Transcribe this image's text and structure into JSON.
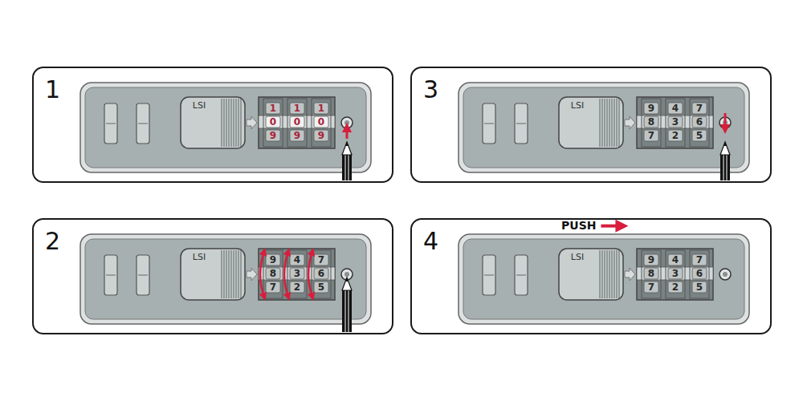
{
  "diagram": {
    "nodes": [
      {
        "text": [
          "1"
        ]
      },
      {
        "text": [
          "3"
        ]
      },
      {
        "text": [
          "2"
        ]
      },
      {
        "text": [
          "4",
          "PUSH"
        ]
      }
    ],
    "labels": [
      "LSI",
      "1",
      "1",
      "1",
      "0",
      "0",
      "0",
      "9",
      "9",
      "9",
      "LSI",
      "9",
      "4",
      "7",
      "8",
      "3",
      "6",
      "7",
      "2",
      "5",
      "LSI",
      "9",
      "4",
      "7",
      "8",
      "3",
      "6",
      "7",
      "2",
      "5",
      "LSI",
      "9",
      "4",
      "7",
      "8",
      "3",
      "6",
      "7",
      "2",
      "5"
    ]
  }
}
